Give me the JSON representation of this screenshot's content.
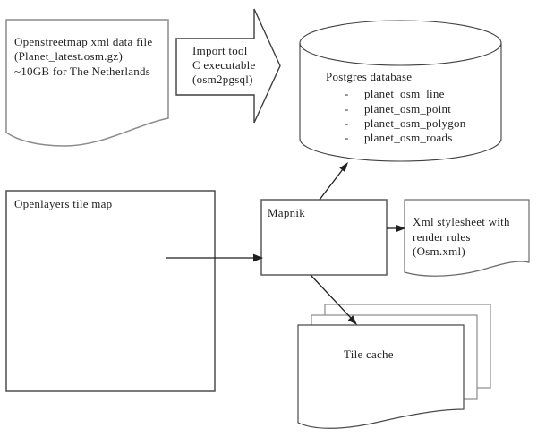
{
  "diagram": {
    "osm_file": {
      "lines": [
        "Openstreetmap xml data file",
        "(Planet_latest.osm.gz)",
        "~10GB for The Netherlands"
      ]
    },
    "import_tool": {
      "lines": [
        "Import tool",
        "C executable",
        "(osm2pgsql)"
      ]
    },
    "database": {
      "title": "Postgres database",
      "bullet": "-",
      "tables": [
        "planet_osm_line",
        "planet_osm_point",
        "planet_osm_polygon",
        "planet_osm_roads"
      ]
    },
    "openlayers": {
      "label": "Openlayers tile map"
    },
    "mapnik": {
      "label": "Mapnik"
    },
    "stylesheet": {
      "lines": [
        "Xml stylesheet with",
        "render rules",
        "(Osm.xml)"
      ]
    },
    "tile_cache": {
      "label": "Tile cache"
    }
  },
  "colors": {
    "background": "#ffffff",
    "text": "#1f1f1f",
    "arrow_line": "#1f1f1f",
    "box_border": "#555555",
    "doc_border": "#8c8c8c",
    "shape_border": "#3f3f3f"
  }
}
